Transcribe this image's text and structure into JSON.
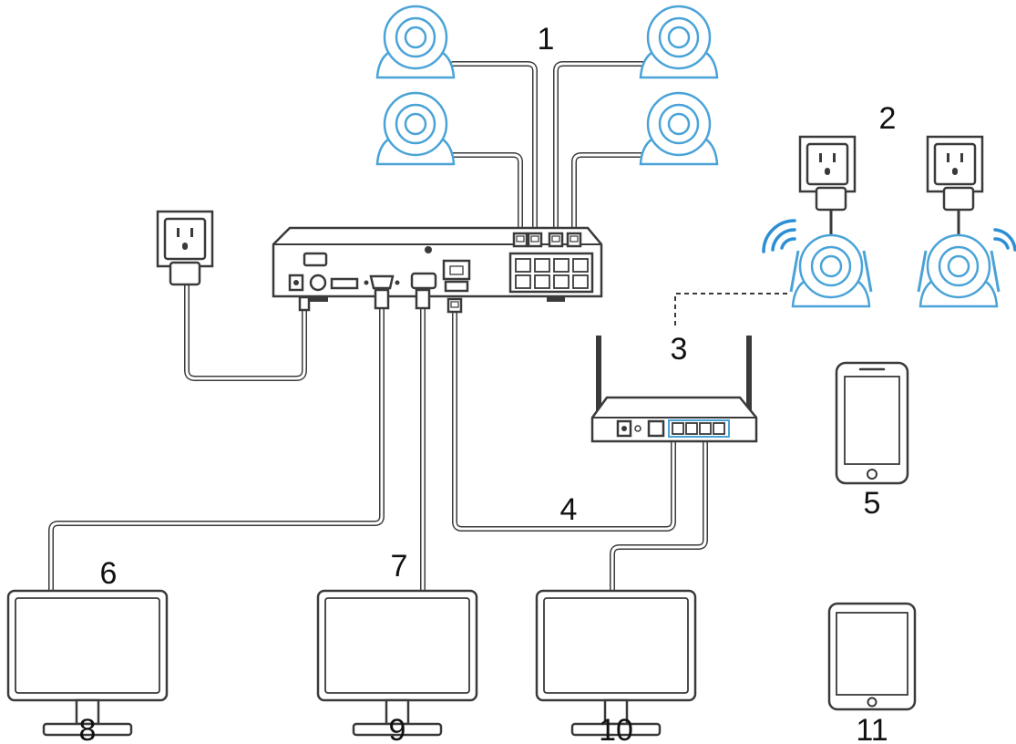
{
  "labels": {
    "wired_cameras": "1",
    "wifi_cameras": "2",
    "wireless_link": "3",
    "router_cable": "4",
    "phone": "5",
    "vga_cable": "6",
    "hdmi_cable": "7",
    "monitor_vga": "8",
    "monitor_hdmi": "9",
    "monitor_network": "10",
    "tablet": "11"
  },
  "colors": {
    "camera_outline": "#4aa3d8",
    "wifi_waves": "#2a8fd4",
    "device_outline": "#3a3a3a"
  }
}
